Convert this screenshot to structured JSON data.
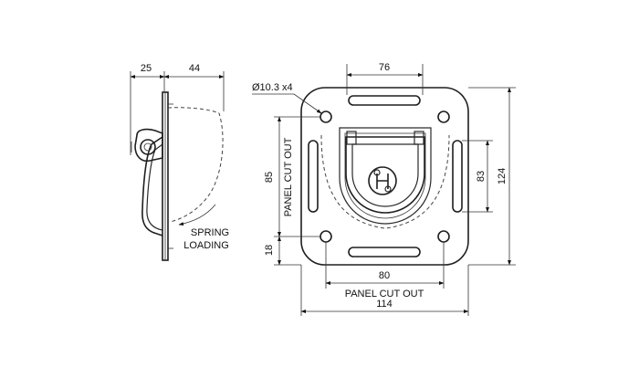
{
  "side_view": {
    "dim_left": "25",
    "dim_right": "44",
    "spring_label_line1": "SPRING",
    "spring_label_line2": "LOADING"
  },
  "front_view": {
    "hole_callout": "Ø10.3 x4",
    "dim_top_width": "76",
    "dim_left_upper": "85",
    "dim_left_lower": "18",
    "dim_right_inner": "83",
    "dim_right_outer": "124",
    "dim_bottom_inner": "80",
    "dim_bottom_outer": "114",
    "panel_cutout_vertical": "PANEL CUT OUT",
    "panel_cutout_horizontal": "PANEL CUT OUT"
  }
}
